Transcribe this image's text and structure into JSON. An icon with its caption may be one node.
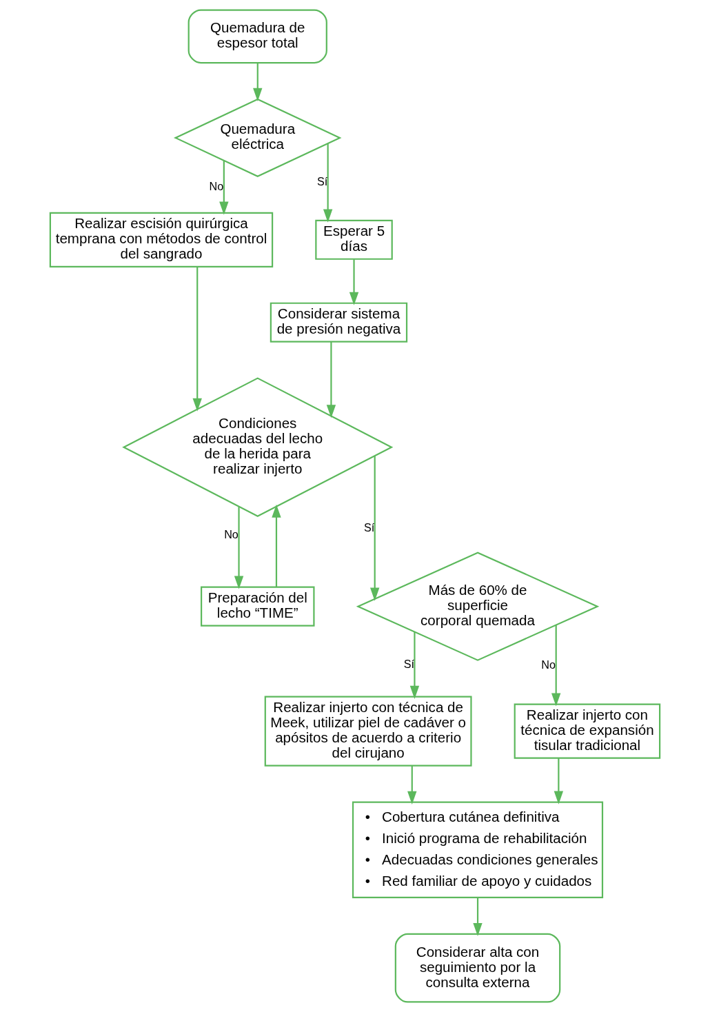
{
  "diagram": {
    "nodes": [
      {
        "text": [
          "Quemadura de espesor total"
        ]
      },
      {
        "text": [
          "Quemadura eléctrica"
        ]
      },
      {
        "text": [
          "Realizar escisión quirúrgica temprana con métodos de control del sangrado"
        ]
      },
      {
        "text": [
          "Esperar 5 días"
        ]
      },
      {
        "text": [
          "Considerar sistema de presión negativa"
        ]
      },
      {
        "text": [
          "Condiciones adecuadas del lecho de la herida para realizar injerto"
        ]
      },
      {
        "text": [
          "Preparación del lecho “TIME”"
        ]
      },
      {
        "text": [
          "Más de 60% de superficie corporal quemada"
        ]
      },
      {
        "text": [
          "Realizar injerto con técnica de Meek, utilizar piel de cadáver o apósitos de acuerdo a criterio del cirujano"
        ]
      },
      {
        "text": [
          "Realizar injerto con técnica de expansión tisular tradicional"
        ]
      },
      {
        "text": [
          "•   Cobertura cutánea definitiva",
          "•   Inició programa de rehabilitación",
          "•   Adecuadas condiciones generales",
          "•   Red familiar de apoyo y cuidados"
        ]
      },
      {
        "text": [
          "Considerar alta con seguimiento por la consulta externa"
        ]
      }
    ],
    "edges": [
      {
        "from": 0,
        "to": 1,
        "arrow": "to"
      },
      {
        "from": 1,
        "to": 2,
        "arrow": "to",
        "label": "No"
      },
      {
        "from": 1,
        "to": 3,
        "arrow": "to",
        "label": "Sí"
      },
      {
        "from": 3,
        "to": 4,
        "arrow": "to"
      },
      {
        "from": 2,
        "to": 5,
        "arrow": "to"
      },
      {
        "from": 4,
        "to": 5,
        "arrow": "to"
      },
      {
        "from": 5,
        "to": 7,
        "arrow": "to",
        "label": "Sí"
      },
      {
        "from": 5,
        "to": 6,
        "arrow": "to",
        "label": "No"
      },
      {
        "from": 6,
        "to": 5,
        "arrow": "to"
      },
      {
        "from": 7,
        "to": 8,
        "arrow": "to",
        "label": "Sí"
      },
      {
        "from": 7,
        "to": 9,
        "arrow": "to",
        "label": "No"
      },
      {
        "from": 8,
        "to": 10,
        "arrow": "to"
      },
      {
        "from": 9,
        "to": 10,
        "arrow": "to"
      },
      {
        "from": 10,
        "to": 11,
        "arrow": "to"
      }
    ]
  }
}
